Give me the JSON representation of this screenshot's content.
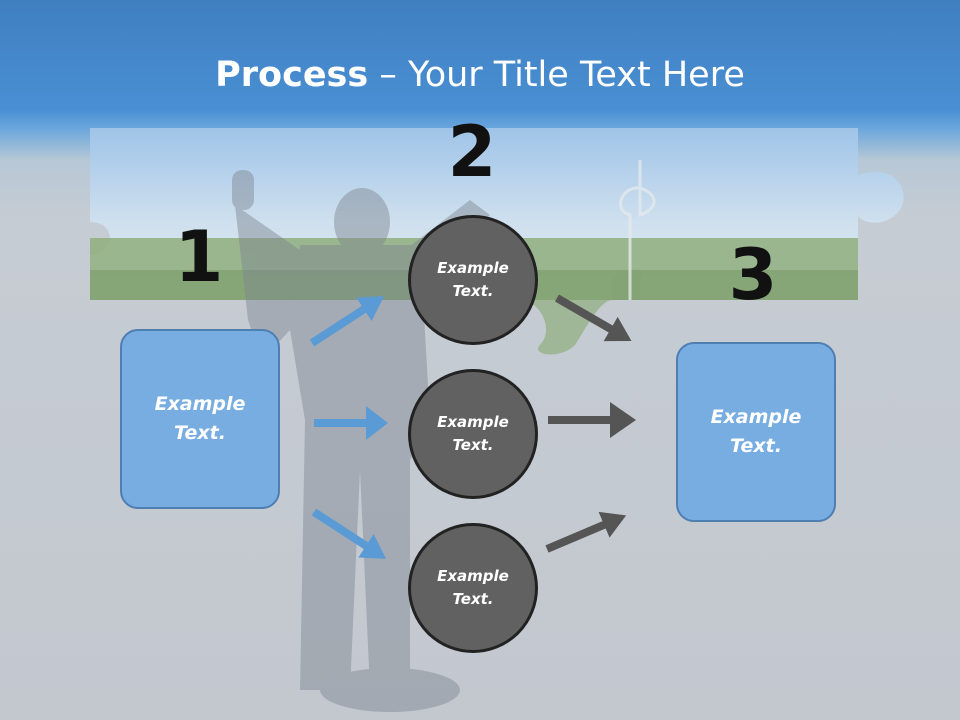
{
  "title": {
    "bold": "Process",
    "rest": " – Your Title Text Here"
  },
  "steps": [
    {
      "number": "1"
    },
    {
      "number": "2"
    },
    {
      "number": "3"
    }
  ],
  "left_box": {
    "text": "Example\nText."
  },
  "right_box": {
    "text": "Example\nText."
  },
  "circles": [
    {
      "text": "Example\nText."
    },
    {
      "text": "Example\nText."
    },
    {
      "text": "Example\nText."
    }
  ],
  "colors": {
    "box": "#78ade2",
    "circle": "#616161",
    "blue_arrow": "#5b9bd5",
    "gray_arrow": "#555555",
    "title_bar": "#4a8fd4"
  }
}
